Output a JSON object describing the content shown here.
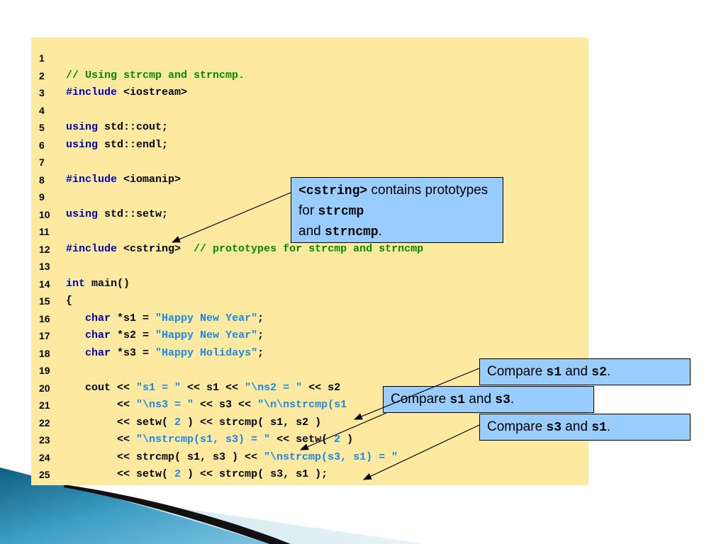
{
  "code_lines": [
    {
      "num": "1",
      "tokens": []
    },
    {
      "num": "2",
      "tokens": [
        {
          "t": "// Using strcmp and strncmp.",
          "c": "cm"
        }
      ]
    },
    {
      "num": "3",
      "tokens": [
        {
          "t": "#include",
          "c": "kw"
        },
        {
          "t": " <iostream>",
          "c": ""
        }
      ]
    },
    {
      "num": "4",
      "tokens": []
    },
    {
      "num": "5",
      "tokens": [
        {
          "t": "using",
          "c": "kw"
        },
        {
          "t": " std::cout;",
          "c": ""
        }
      ]
    },
    {
      "num": "6",
      "tokens": [
        {
          "t": "using",
          "c": "kw"
        },
        {
          "t": " std::endl;",
          "c": ""
        }
      ]
    },
    {
      "num": "7",
      "tokens": []
    },
    {
      "num": "8",
      "tokens": [
        {
          "t": "#include",
          "c": "kw"
        },
        {
          "t": " <iomanip>",
          "c": ""
        }
      ]
    },
    {
      "num": "9",
      "tokens": []
    },
    {
      "num": "10",
      "tokens": [
        {
          "t": "using",
          "c": "kw"
        },
        {
          "t": " std::setw;",
          "c": ""
        }
      ]
    },
    {
      "num": "11",
      "tokens": []
    },
    {
      "num": "12",
      "tokens": [
        {
          "t": "#include",
          "c": "kw"
        },
        {
          "t": " <cstring>  ",
          "c": ""
        },
        {
          "t": "// prototypes for strcmp and strncmp",
          "c": "cm"
        }
      ]
    },
    {
      "num": "13",
      "tokens": []
    },
    {
      "num": "14",
      "tokens": [
        {
          "t": "int",
          "c": "kw"
        },
        {
          "t": " main()",
          "c": ""
        }
      ]
    },
    {
      "num": "15",
      "tokens": [
        {
          "t": "{",
          "c": ""
        }
      ]
    },
    {
      "num": "16",
      "tokens": [
        {
          "t": "   ",
          "c": ""
        },
        {
          "t": "char",
          "c": "kw"
        },
        {
          "t": " *s1 = ",
          "c": ""
        },
        {
          "t": "\"Happy New Year\"",
          "c": "st"
        },
        {
          "t": ";",
          "c": ""
        }
      ]
    },
    {
      "num": "17",
      "tokens": [
        {
          "t": "   ",
          "c": ""
        },
        {
          "t": "char",
          "c": "kw"
        },
        {
          "t": " *s2 = ",
          "c": ""
        },
        {
          "t": "\"Happy New Year\"",
          "c": "st"
        },
        {
          "t": ";",
          "c": ""
        }
      ]
    },
    {
      "num": "18",
      "tokens": [
        {
          "t": "   ",
          "c": ""
        },
        {
          "t": "char",
          "c": "kw"
        },
        {
          "t": " *s3 = ",
          "c": ""
        },
        {
          "t": "\"Happy Holidays\"",
          "c": "st"
        },
        {
          "t": ";",
          "c": ""
        }
      ]
    },
    {
      "num": "19",
      "tokens": []
    },
    {
      "num": "20",
      "tokens": [
        {
          "t": "   cout << ",
          "c": ""
        },
        {
          "t": "\"s1 = \"",
          "c": "st"
        },
        {
          "t": " << s1 << ",
          "c": ""
        },
        {
          "t": "\"\\ns2 = \"",
          "c": "st"
        },
        {
          "t": " << s2",
          "c": ""
        }
      ]
    },
    {
      "num": "21",
      "tokens": [
        {
          "t": "        << ",
          "c": ""
        },
        {
          "t": "\"\\ns3 = \"",
          "c": "st"
        },
        {
          "t": " << s3 << ",
          "c": ""
        },
        {
          "t": "\"\\n\\nstrcmp(s1",
          "c": "st"
        }
      ]
    },
    {
      "num": "22",
      "tokens": [
        {
          "t": "        << setw( ",
          "c": ""
        },
        {
          "t": "2",
          "c": "nm"
        },
        {
          "t": " ) << strcmp( s1, s2 )",
          "c": ""
        }
      ]
    },
    {
      "num": "23",
      "tokens": [
        {
          "t": "        << ",
          "c": ""
        },
        {
          "t": "\"\\nstrcmp(s1, s3) = \"",
          "c": "st"
        },
        {
          "t": " << setw( ",
          "c": ""
        },
        {
          "t": "2",
          "c": "nm"
        },
        {
          "t": " )",
          "c": ""
        }
      ]
    },
    {
      "num": "24",
      "tokens": [
        {
          "t": "        << strcmp( s1, s3 ) << ",
          "c": ""
        },
        {
          "t": "\"\\nstrcmp(s3, s1) = \"",
          "c": "st"
        }
      ]
    },
    {
      "num": "25",
      "tokens": [
        {
          "t": "        << setw( ",
          "c": ""
        },
        {
          "t": "2",
          "c": "nm"
        },
        {
          "t": " ) << strcmp( s3, s1 );",
          "c": ""
        }
      ]
    }
  ],
  "callouts": {
    "cstring": {
      "part1": "<cstring>",
      "part2": " contains prototypes for ",
      "part3": "strcmp",
      "part4": " and ",
      "part5": "strncmp",
      "part6": "."
    },
    "s1s2": {
      "part1": "Compare ",
      "part2": "s1",
      "part3": " and ",
      "part4": "s2",
      "part5": "."
    },
    "s1s3": {
      "part1": "Compare ",
      "part2": "s1",
      "part3": " and ",
      "part4": "s3",
      "part5": "."
    },
    "s3s1": {
      "part1": "Compare ",
      "part2": "s3",
      "part3": " and ",
      "part4": "s1",
      "part5": "."
    }
  },
  "colors": {
    "panel": "#fee9a1",
    "callout": "#99ccff",
    "keyword": "#0000b4",
    "comment": "#008a00",
    "string": "#1e88e5"
  },
  "icons": {
    "arrow": "arrow-pointer-icon",
    "decoration": "slide-swoosh-decoration"
  }
}
